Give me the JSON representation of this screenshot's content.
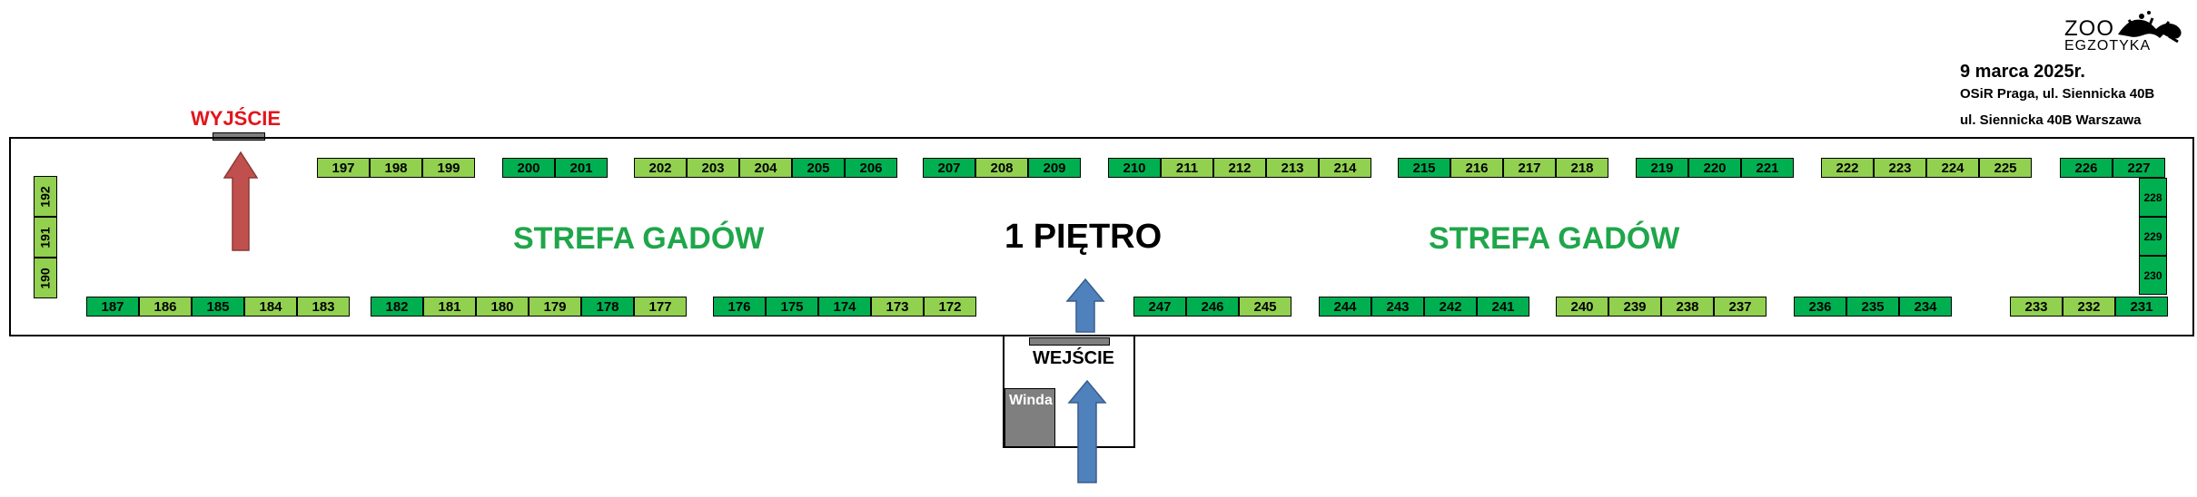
{
  "header": {
    "logo_text_top": "ZOO",
    "logo_text_bottom": "EGZOTYKA",
    "date": "9 marca 2025r.",
    "venue_line1": "OSiR Praga, ul. Siennicka 40B",
    "venue_line2": "ul. Siennicka 40B Warszawa"
  },
  "labels": {
    "exit": "WYJŚCIE",
    "entrance": "WEJŚCIE",
    "elevator": "Winda",
    "floor": "1 PIĘTRO",
    "zone_left": "STREFA GADÓW",
    "zone_right": "STREFA GADÓW"
  },
  "colors": {
    "light_green": "#92d050",
    "dark_green": "#00b050",
    "exit_arrow": "#c0504d",
    "entry_arrow": "#4f81bd",
    "zone_text": "#1fa64a",
    "exit_text": "#e3151a",
    "door_gray": "#7f7f7f"
  },
  "stall_rows": {
    "top": [
      {
        "group": [
          "197",
          "198",
          "199"
        ],
        "shades": [
          "L",
          "L",
          "L"
        ]
      },
      {
        "group": [
          "200",
          "201"
        ],
        "shades": [
          "D",
          "D"
        ]
      },
      {
        "group": [
          "202",
          "203",
          "204",
          "205",
          "206"
        ],
        "shades": [
          "L",
          "L",
          "L",
          "D",
          "D"
        ]
      },
      {
        "group": [
          "207",
          "208",
          "209"
        ],
        "shades": [
          "D",
          "L",
          "D"
        ]
      },
      {
        "group": [
          "210",
          "211",
          "212",
          "213",
          "214"
        ],
        "shades": [
          "D",
          "L",
          "L",
          "L",
          "L"
        ]
      },
      {
        "group": [
          "215",
          "216",
          "217",
          "218"
        ],
        "shades": [
          "D",
          "L",
          "L",
          "L"
        ]
      },
      {
        "group": [
          "219",
          "220",
          "221"
        ],
        "shades": [
          "D",
          "D",
          "D"
        ]
      },
      {
        "group": [
          "222",
          "223",
          "224",
          "225"
        ],
        "shades": [
          "L",
          "L",
          "L",
          "L"
        ]
      },
      {
        "group": [
          "226",
          "227"
        ],
        "shades": [
          "D",
          "D"
        ]
      }
    ],
    "bottom": [
      {
        "group": [
          "187",
          "186",
          "185",
          "184",
          "183"
        ],
        "shades": [
          "D",
          "L",
          "D",
          "L",
          "L"
        ]
      },
      {
        "group": [
          "182",
          "181",
          "180",
          "179",
          "178",
          "177"
        ],
        "shades": [
          "D",
          "L",
          "L",
          "L",
          "D",
          "L"
        ]
      },
      {
        "group": [
          "176",
          "175",
          "174",
          "173",
          "172"
        ],
        "shades": [
          "D",
          "D",
          "D",
          "L",
          "L"
        ]
      },
      {
        "group": [
          "247",
          "246",
          "245"
        ],
        "shades": [
          "D",
          "D",
          "L"
        ]
      },
      {
        "group": [
          "244",
          "243",
          "242",
          "241"
        ],
        "shades": [
          "D",
          "D",
          "D",
          "D"
        ]
      },
      {
        "group": [
          "240",
          "239",
          "238",
          "237"
        ],
        "shades": [
          "L",
          "L",
          "L",
          "L"
        ]
      },
      {
        "group": [
          "236",
          "235",
          "234"
        ],
        "shades": [
          "D",
          "D",
          "D"
        ]
      },
      {
        "group": [
          "233",
          "232",
          "231"
        ],
        "shades": [
          "L",
          "L",
          "D"
        ]
      }
    ],
    "left_column": {
      "group": [
        "192",
        "191",
        "190"
      ],
      "shades": [
        "L",
        "L",
        "L"
      ]
    },
    "right_column": {
      "group": [
        "228",
        "229",
        "230"
      ],
      "shades": [
        "D",
        "D",
        "D"
      ]
    }
  }
}
